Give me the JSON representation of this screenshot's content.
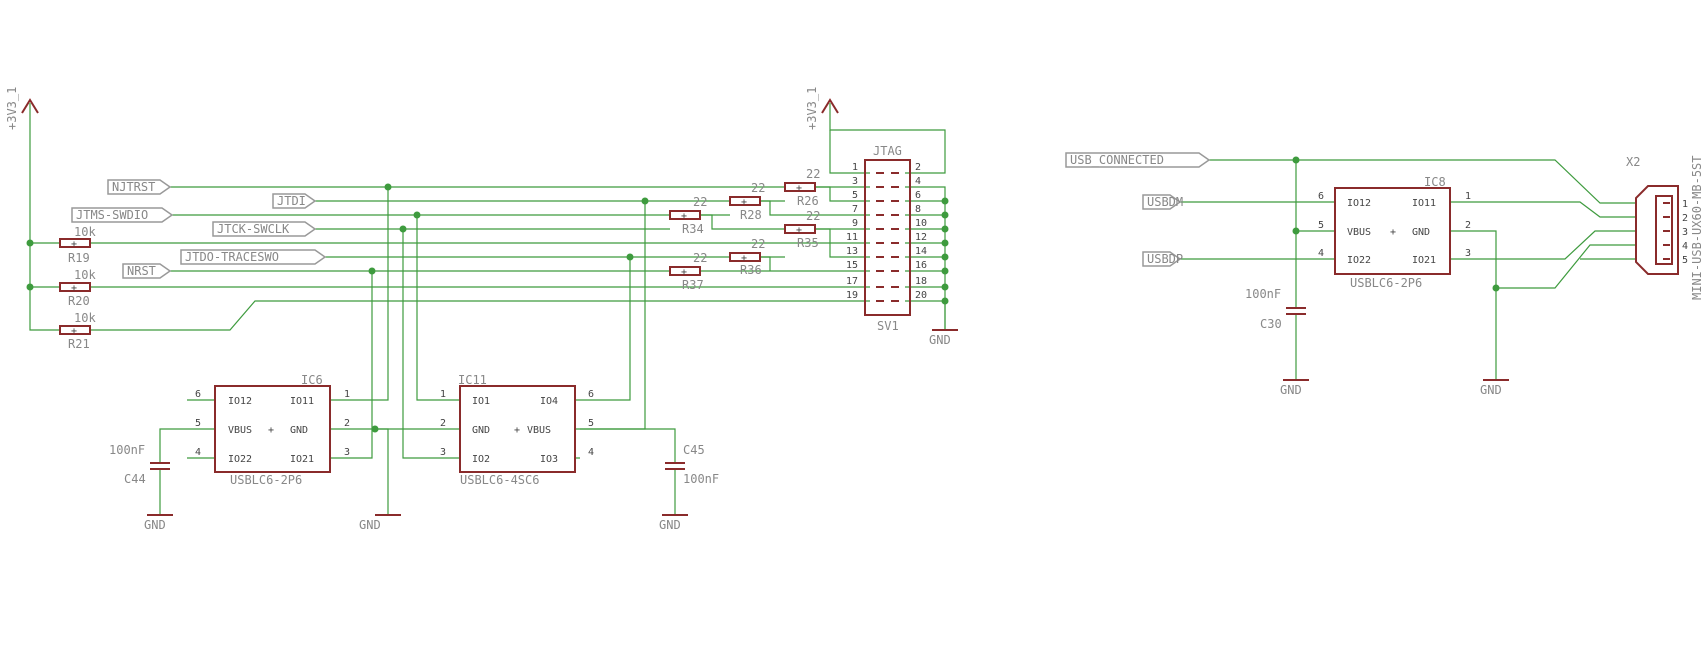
{
  "power": {
    "supply": "+3V3_1",
    "ground": "GND"
  },
  "net_labels": [
    {
      "text": "NJTRST"
    },
    {
      "text": "JTMS-SWDIO"
    },
    {
      "text": "NRST"
    },
    {
      "text": "JTDI"
    },
    {
      "text": "JTCK-SWCLK"
    },
    {
      "text": "JTDO-TRACESWO"
    },
    {
      "text": "USB_CONNECTED"
    },
    {
      "text": "USBDM"
    },
    {
      "text": "USBDP"
    }
  ],
  "resistors": [
    {
      "name": "R19",
      "value": "10k"
    },
    {
      "name": "R20",
      "value": "10k"
    },
    {
      "name": "R21",
      "value": "10k"
    },
    {
      "name": "R26",
      "value": "22"
    },
    {
      "name": "R28",
      "value": "22"
    },
    {
      "name": "R34",
      "value": "22"
    },
    {
      "name": "R35",
      "value": "22"
    },
    {
      "name": "R36",
      "value": "22"
    },
    {
      "name": "R37",
      "value": "22"
    }
  ],
  "capacitors": [
    {
      "name": "C44",
      "value": "100nF"
    },
    {
      "name": "C45",
      "value": "100nF"
    },
    {
      "name": "C30",
      "value": "100nF"
    }
  ],
  "connector": {
    "name": "SV1",
    "title": "JTAG",
    "left_pins": [
      "1",
      "3",
      "5",
      "7",
      "9",
      "11",
      "13",
      "15",
      "17",
      "19"
    ],
    "right_pins": [
      "2",
      "4",
      "6",
      "8",
      "10",
      "12",
      "14",
      "16",
      "18",
      "20"
    ]
  },
  "ic6": {
    "name": "IC6",
    "part": "USBLC6-2P6",
    "pins": [
      "IO12",
      "IO11",
      "VBUS",
      "GND",
      "IO22",
      "IO21",
      "+"
    ],
    "pin_numbers": [
      "6",
      "1",
      "5",
      "2",
      "4",
      "3"
    ]
  },
  "ic11": {
    "name": "IC11",
    "part": "USBLC6-4SC6",
    "pins": [
      "IO1",
      "IO4",
      "GND",
      "VBUS",
      "IO2",
      "IO3",
      "+"
    ],
    "pin_numbers": [
      "1",
      "6",
      "2",
      "5",
      "3",
      "4"
    ]
  },
  "ic8": {
    "name": "IC8",
    "part": "USBLC6-2P6",
    "pins": [
      "IO12",
      "IO11",
      "VBUS",
      "GND",
      "IO22",
      "IO21",
      "+"
    ],
    "pin_numbers": [
      "6",
      "1",
      "5",
      "2",
      "4",
      "3"
    ]
  },
  "usb_connector": {
    "name": "X2",
    "part": "MINI-USB-UX60-MB-5ST",
    "pins": [
      "1",
      "2",
      "3",
      "4",
      "5"
    ]
  }
}
